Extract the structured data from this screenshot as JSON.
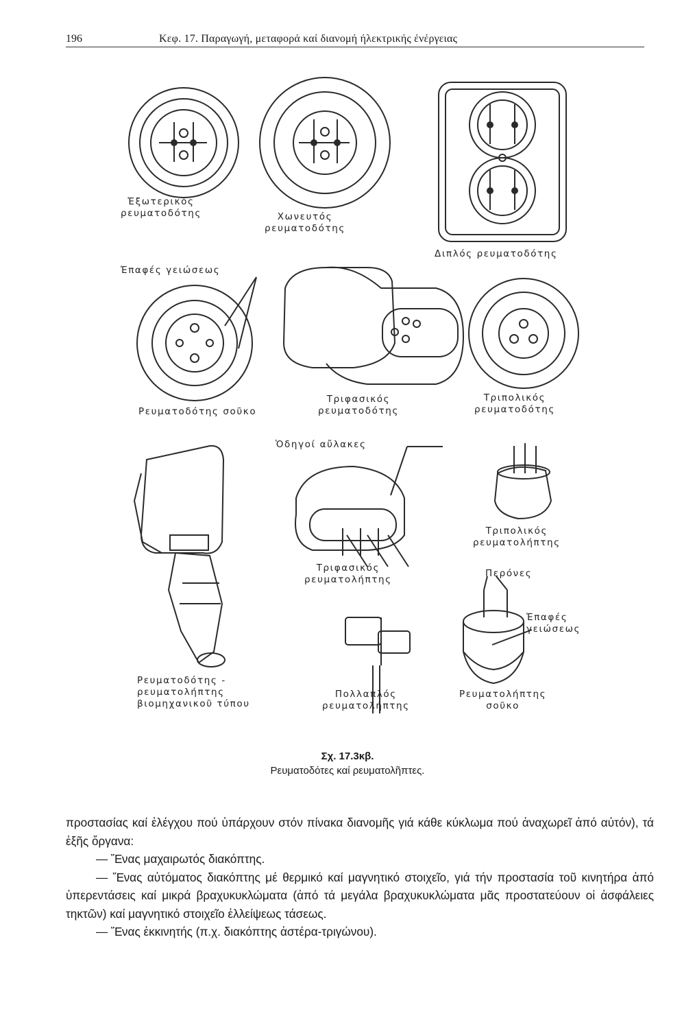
{
  "header": {
    "page_number": "196",
    "running_head": "Κεφ. 17. Παραγωγή, μεταφορά καί διανομή ήλεκτρικής ένέργειας"
  },
  "figure": {
    "labels": {
      "external_socket": [
        "Ἐξωτερικός",
        "ρευματοδότης"
      ],
      "flush_socket": [
        "Χωνευτός",
        "ρευματοδότης"
      ],
      "double_socket": "Διπλός ρευματοδότης",
      "earth_contacts_top": "Ἐπαφές γειώσεως",
      "schuko_socket": "Ρευματοδότης σοῦκο",
      "three_phase_socket": [
        "Τριφασικός",
        "ρευματοδότης"
      ],
      "three_pole_socket": [
        "Τριπολικός",
        "ρευματοδότης"
      ],
      "guide_grooves": "Ὁδηγοί αὔλακες",
      "three_pole_plug": [
        "Τριπολικός",
        "ρευματολήπτης"
      ],
      "three_phase_plug": [
        "Τριφασικός",
        "ρευματολήπτης"
      ],
      "pins": "Περόνες",
      "earth_contacts_bottom": [
        "Ἐπαφές",
        "γειώσεως"
      ],
      "industrial": [
        "Ρευματοδότης -",
        "ρευματολήπτης",
        "βιομηχανικοῦ τύπου"
      ],
      "multi_plug": [
        "Πολλαπλός",
        "ρευματολήπτης"
      ],
      "schuko_plug": [
        "Ρευματολήπτης",
        "σοῦκο"
      ]
    }
  },
  "caption": {
    "number": "Σχ. 17.3κβ.",
    "text": "Ρευματοδότες καί ρευματολῆπτες."
  },
  "body": {
    "p1": "προστασίας καί ἐλέγχου πού ὑπάρχουν στόν πίνακα διανομῆς γιά κάθε κύκλωμα πού ἀναχωρεῖ ἀπό αὐτόν), τά ἑξῆς ὄργανα:",
    "p2": "— Ἕνας μαχαιρωτός διακόπτης.",
    "p3": "— Ἕνας αὐτόματος διακόπτης μέ θερμικό καί μαγνητικό στοιχεῖο, γιά τήν προστασία τοῦ κινητήρα ἀπό ὑπερεντάσεις καί μικρά βραχυκυκλώματα (ἀπό τά μεγάλα βραχυκυκλώματα μᾶς προστατεύουν οἱ ἀσφάλειες τηκτῶν) καί μαγνητικό στοιχεῖο ἐλλείψεως τάσεως.",
    "p4": "— Ἕνας ἐκκινητής (π.χ. διακόπτης ἀστέρα-τριγώνου)."
  }
}
